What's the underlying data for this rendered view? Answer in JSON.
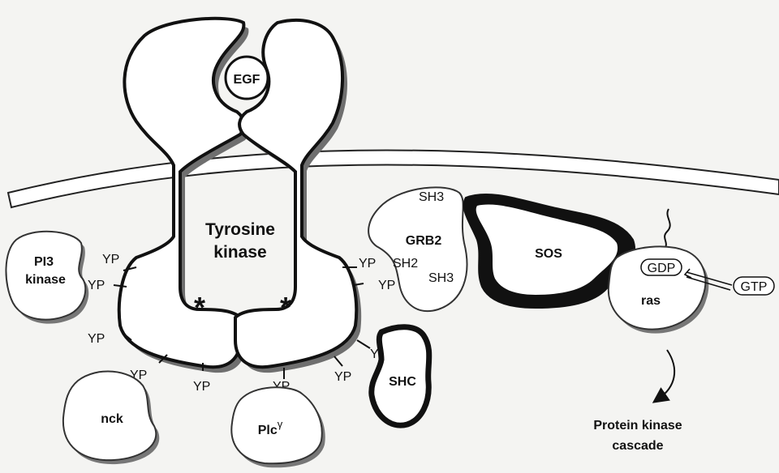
{
  "ligand": "EGF",
  "receptor": {
    "line1": "Tyrosine",
    "line2": "kinase",
    "site_mark": "*"
  },
  "phospho_sites": {
    "left_1": "YP",
    "left_2": "YP",
    "left_3": "YP",
    "left_4": "YP",
    "left_5": "YP",
    "right_1": "YP",
    "right_2": "YP",
    "right_3": "YP",
    "right_4": "YP",
    "right_5": "YP"
  },
  "pi3k": {
    "line1": "PI3",
    "line2": "kinase"
  },
  "nck": "nck",
  "plc": {
    "base": "Plc",
    "sup": "γ"
  },
  "shc": "SHC",
  "grb2": {
    "name": "GRB2",
    "sh3_top": "SH3",
    "sh2": "SH2",
    "sh3_bottom": "SH3"
  },
  "sos": "SOS",
  "ras": {
    "name": "ras",
    "gdp": "GDP",
    "gtp": "GTP"
  },
  "cascade": {
    "line1": "Protein kinase",
    "line2": "cascade"
  }
}
